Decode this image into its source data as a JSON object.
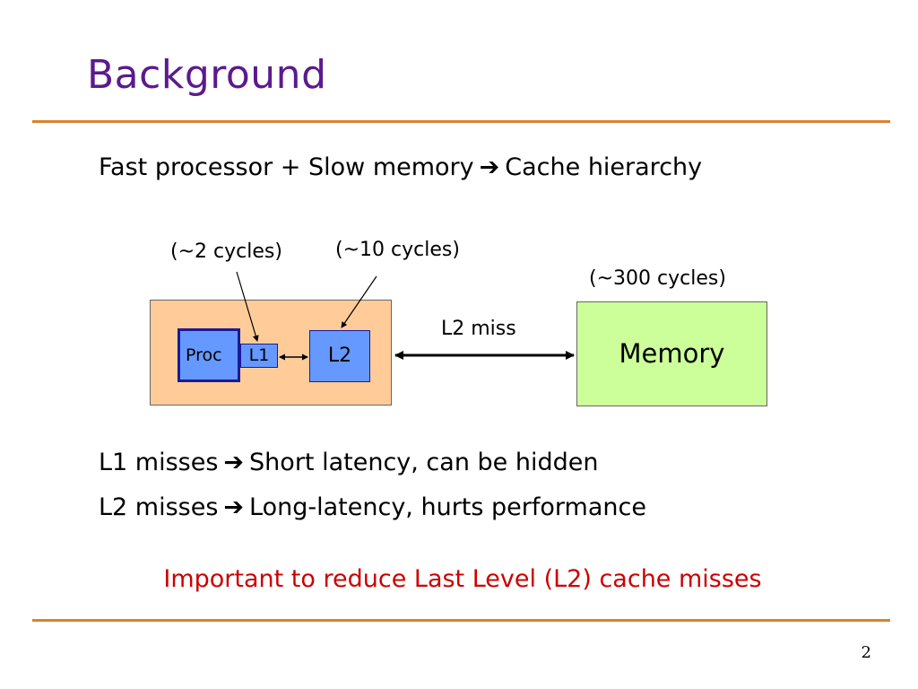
{
  "slide": {
    "title": "Background",
    "page_number": "2"
  },
  "bullets": {
    "line1": {
      "left": "Fast processor + Slow memory",
      "arrow": "➔",
      "right": "Cache hierarchy"
    },
    "line2": {
      "left": "L1 misses",
      "arrow": "➔",
      "right": "Short latency, can be hidden"
    },
    "line3": {
      "left": "L2 misses",
      "arrow": "➔",
      "right": "Long-latency, hurts performance"
    },
    "important": "Important to reduce Last Level (L2) cache misses"
  },
  "diagram": {
    "proc_label": "Proc",
    "l1_label": "L1",
    "l2_label": "L2",
    "memory_label": "Memory",
    "l1_latency": "(~2 cycles)",
    "l2_latency": "(~10 cycles)",
    "memory_latency": "(~300 cycles)",
    "miss_label": "L2 miss",
    "colors": {
      "chip_fill": "#ffcc99",
      "cache_fill": "#6699ff",
      "memory_fill": "#ccff99",
      "title_color": "#5b1a8e",
      "rule_color": "#d9822b",
      "important_color": "#cc0000"
    }
  }
}
